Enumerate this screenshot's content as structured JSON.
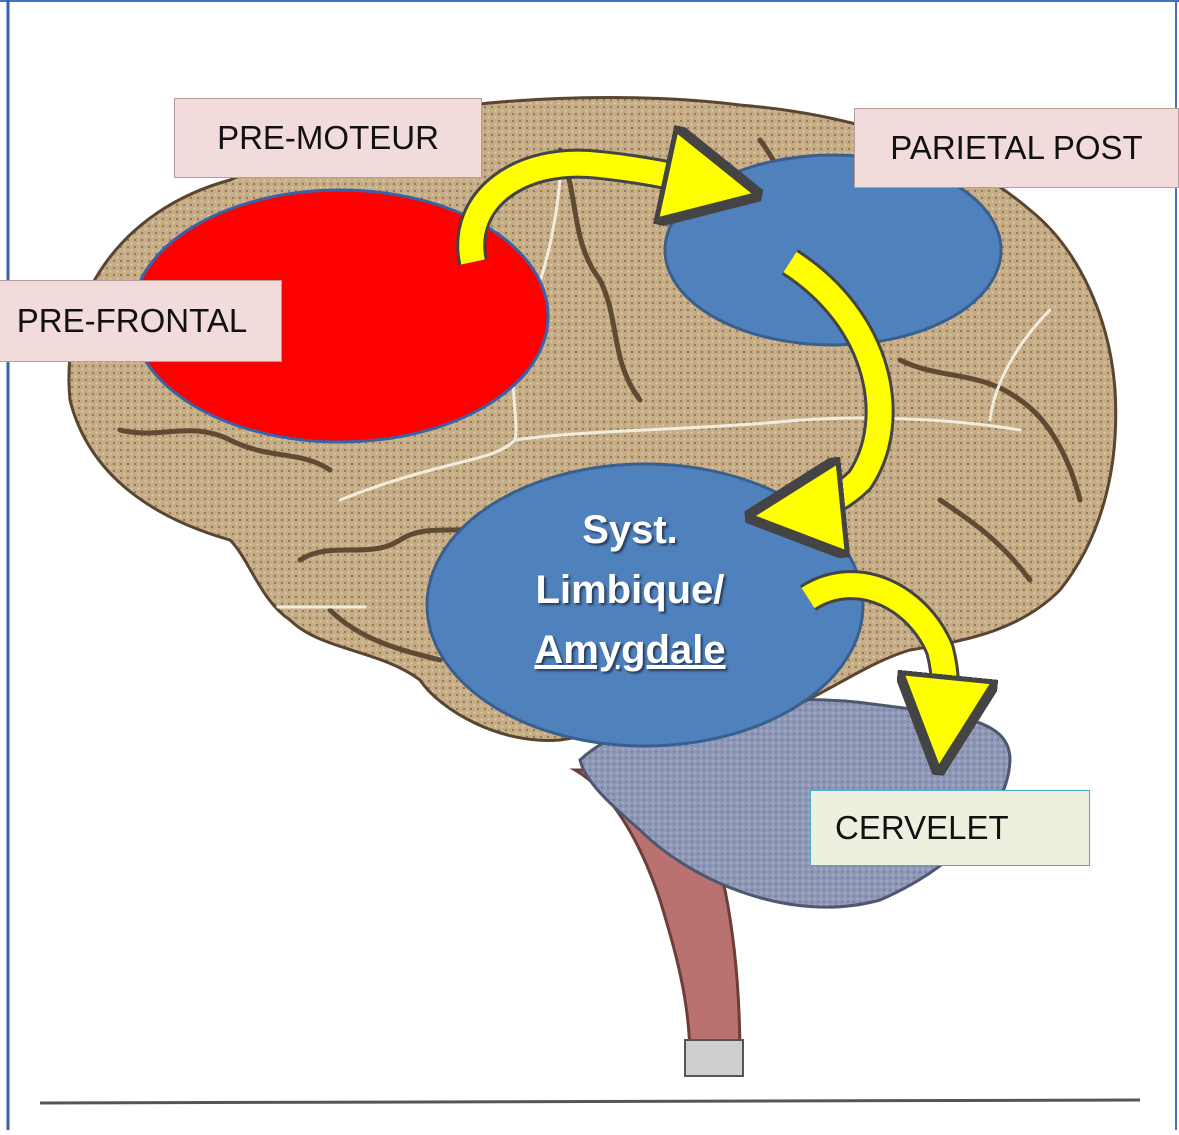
{
  "labels": {
    "pre_moteur": "PRE-MOTEUR",
    "parietal_post": "PARIETAL POST",
    "pre_frontal": "PRE-FRONTAL",
    "cervelet": "CERVELET"
  },
  "limbic": {
    "line1": "Syst.",
    "line2": "Limbique/",
    "line3": "Amygdale"
  },
  "colors": {
    "prefrontal_region": "#ff0000",
    "blue_region": "#4f81bd",
    "arrow": "#ffff00",
    "brain": "#c7b08a",
    "cerebellum": "#8f98b6",
    "brainstem": "#b9726f"
  }
}
